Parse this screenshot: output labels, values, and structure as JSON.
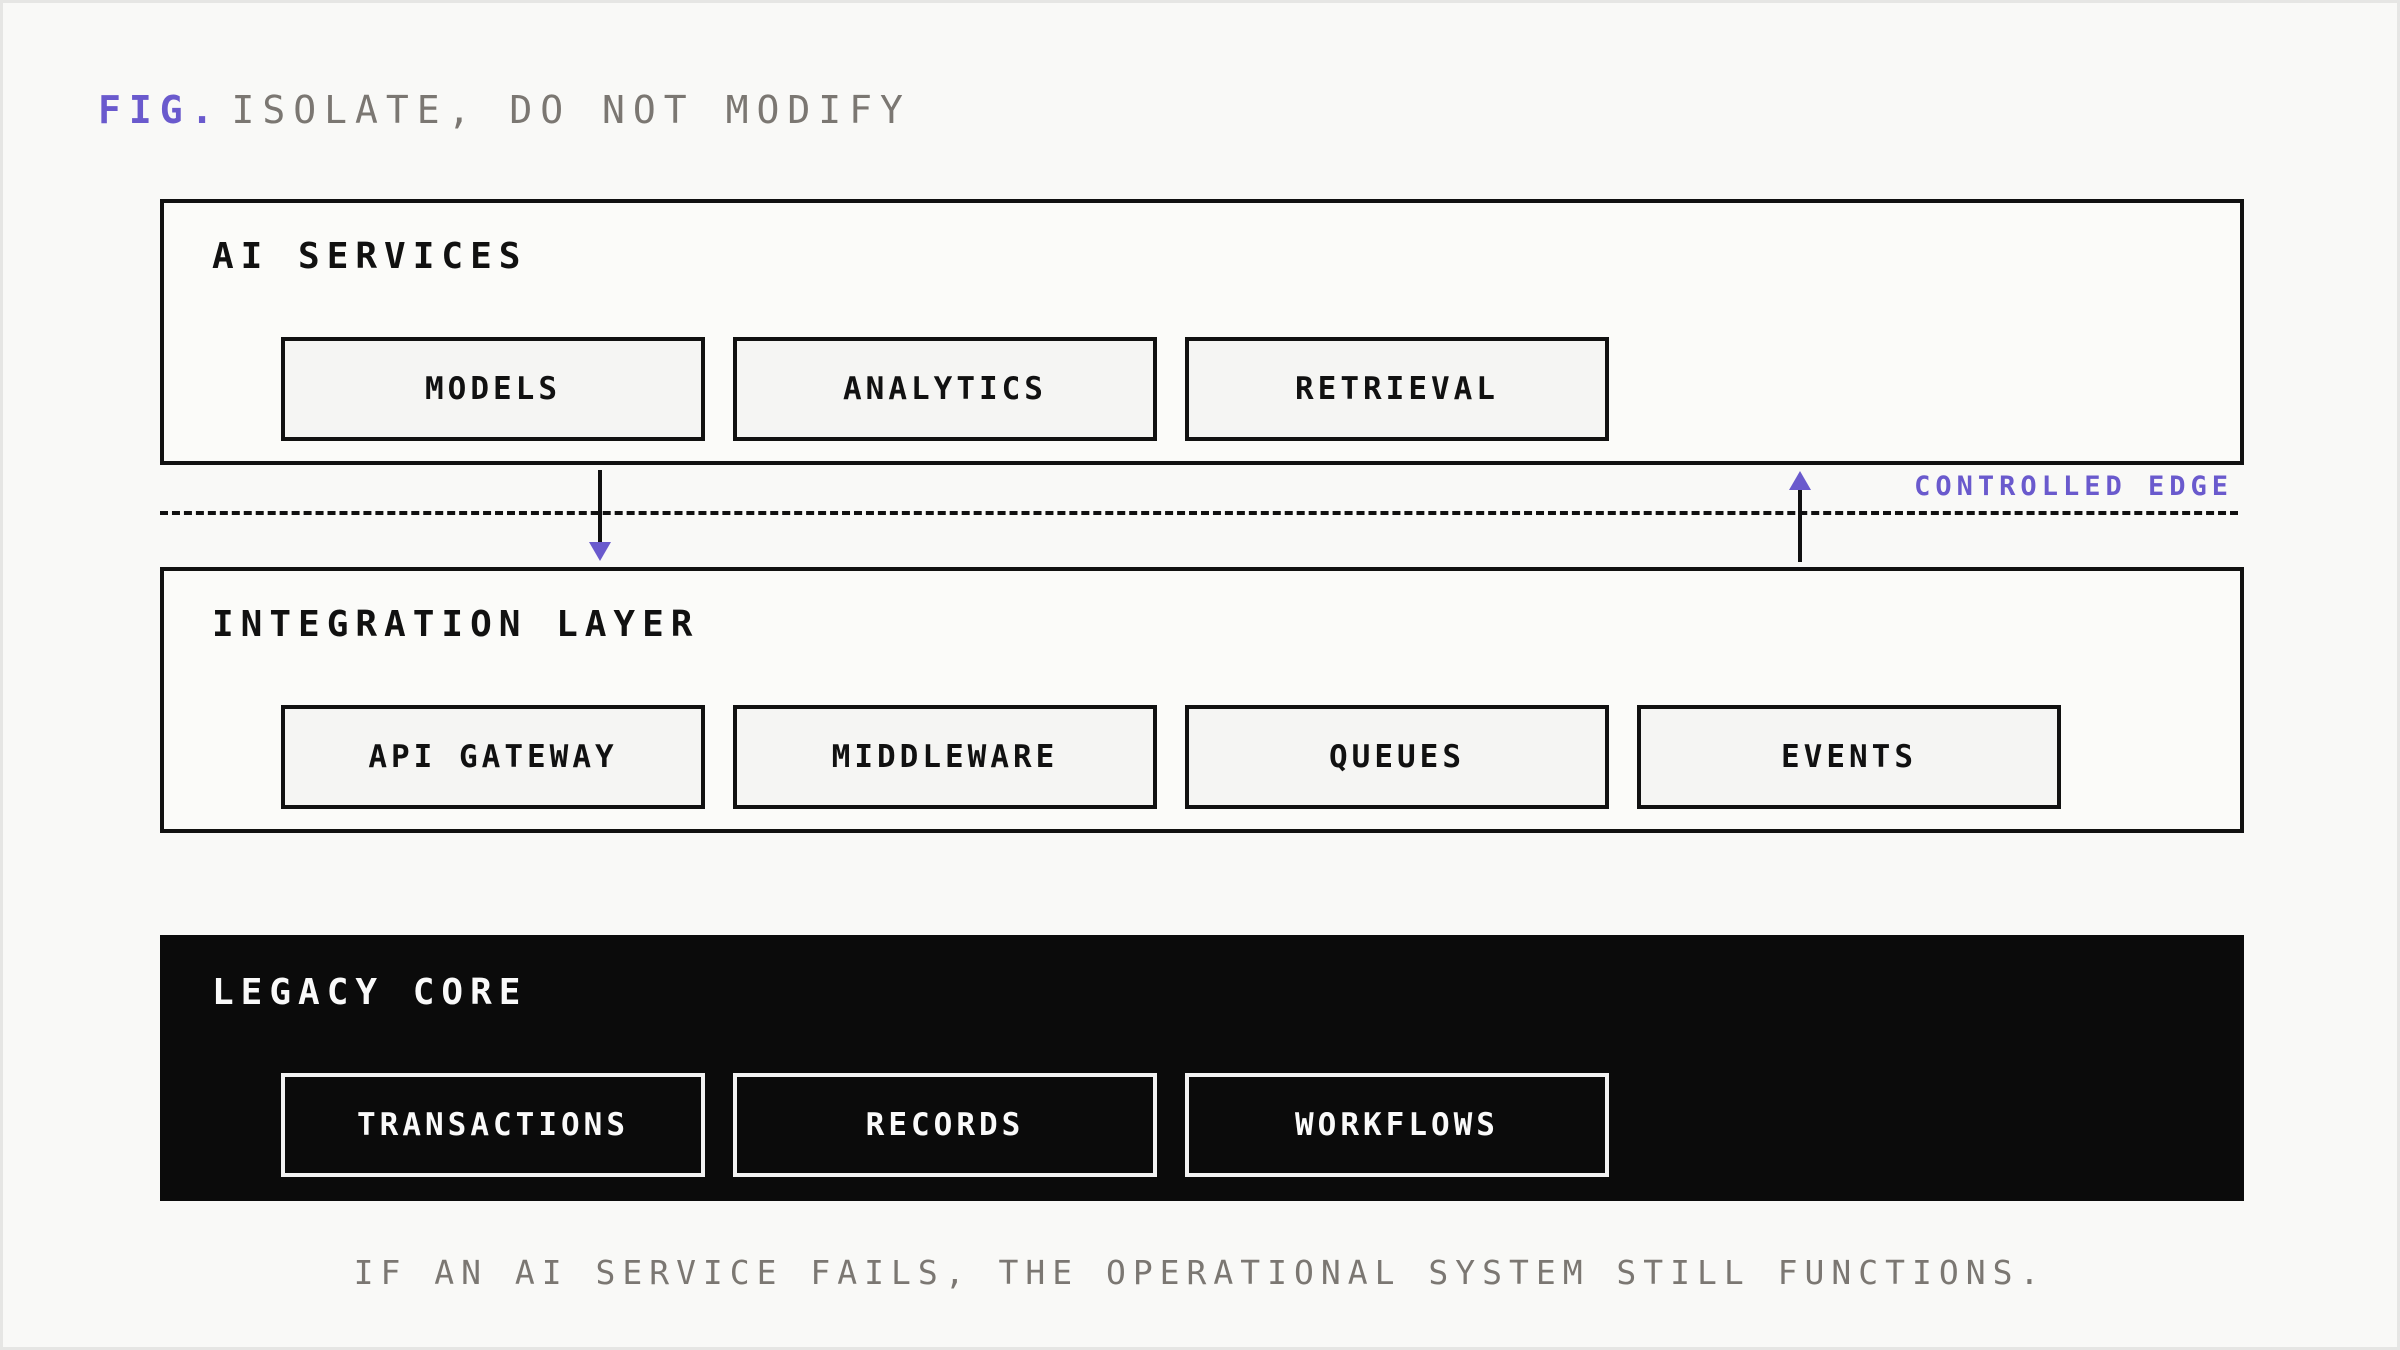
{
  "figure": {
    "tag": "FIG.",
    "title": "ISOLATE, DO NOT MODIFY",
    "caption": "IF AN AI SERVICE FAILS, THE OPERATIONAL SYSTEM STILL FUNCTIONS."
  },
  "layers": {
    "ai_services": {
      "title": "AI SERVICES",
      "items": [
        "MODELS",
        "ANALYTICS",
        "RETRIEVAL"
      ]
    },
    "integration": {
      "title": "INTEGRATION LAYER",
      "items": [
        "API GATEWAY",
        "MIDDLEWARE",
        "QUEUES",
        "EVENTS"
      ]
    },
    "legacy_core": {
      "title": "LEGACY CORE",
      "items": [
        "TRANSACTIONS",
        "RECORDS",
        "WORKFLOWS"
      ]
    }
  },
  "boundary": {
    "label": "CONTROLLED EDGE"
  },
  "colors": {
    "accent": "#6a5acd",
    "ink": "#111111",
    "dark_panel": "#0b0b0b",
    "muted_text": "#7b7772"
  }
}
